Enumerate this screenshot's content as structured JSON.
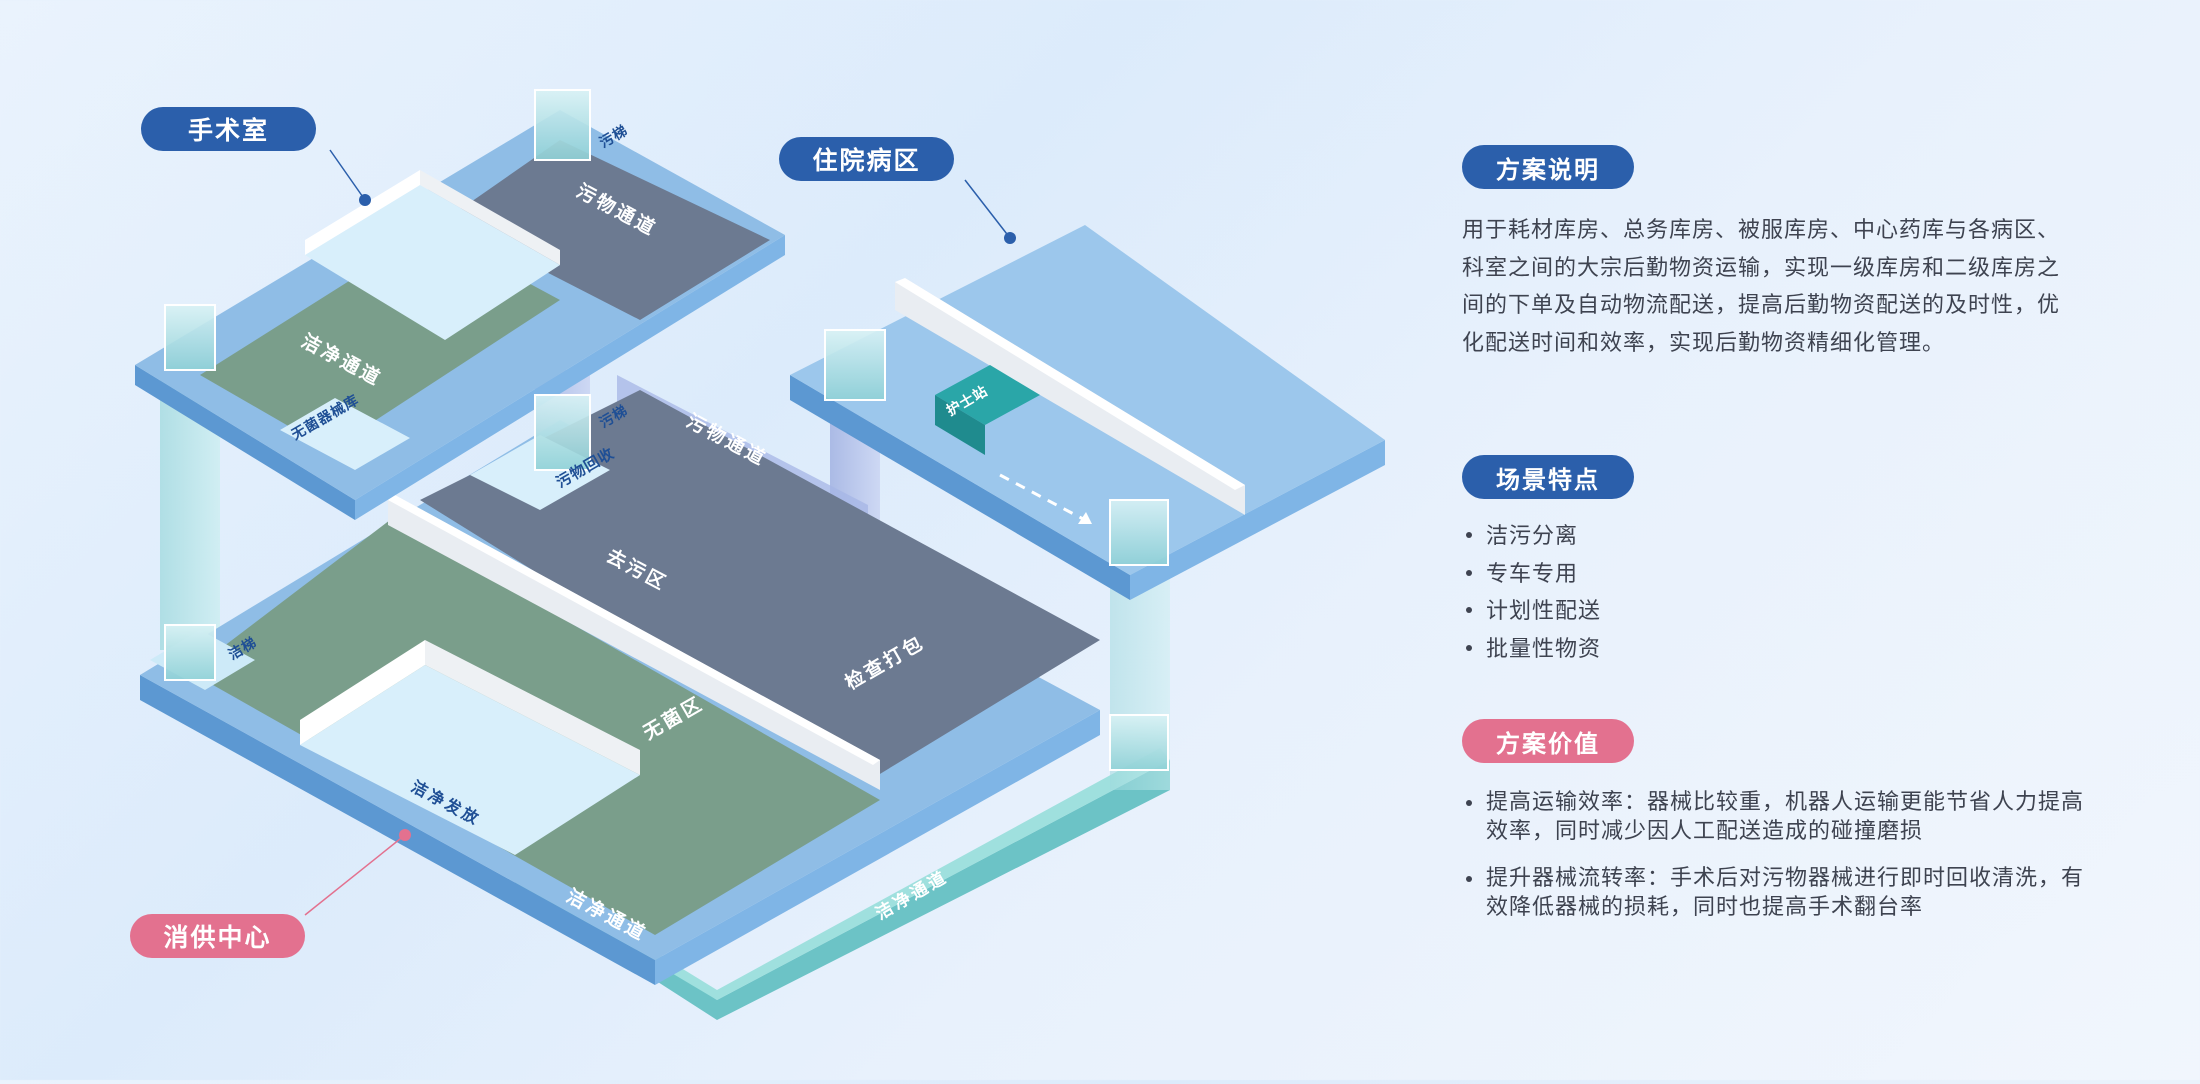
{
  "zones": {
    "operating_room": "手术室",
    "inpatient_ward": "住院病区",
    "sterile_supply_center": "消供中心"
  },
  "areas": {
    "dirty_corridor_top": "污物通道",
    "clean_corridor_top": "洁净通道",
    "sterile_storage": "无菌器械库",
    "dirty_elevator_top": "污梯",
    "dirty_elevator_mid": "污梯",
    "dirty_recycle": "污物回收",
    "dirty_corridor_mid": "污物通道",
    "decontamination_area": "去污区",
    "inspection_packing": "检查打包",
    "sterile_area": "无菌区",
    "clean_dispatch": "洁净发放",
    "clean_elevator": "洁梯",
    "clean_corridor_bottom": "洁净通道",
    "clean_corridor_side": "洁净通道",
    "nurse_station": "护士站"
  },
  "panel": {
    "plan_title": "方案说明",
    "plan_text": "用于耗材库房、总务库房、被服库房、中心药库与各病区、科室之间的大宗后勤物资运输，实现一级库房和二级库房之间的下单及自动物流配送，提高后勤物资配送的及时性，优化配送时间和效率，实现后勤物资精细化管理。",
    "features_title": "场景特点",
    "features": [
      "洁污分离",
      "专车专用",
      "计划性配送",
      "批量性物资"
    ],
    "value_title": "方案价值",
    "values": [
      "提高运输效率：器械比较重，机器人运输更能节省人力提高效率，同时减少因人工配送造成的碰撞磨损",
      "提升器械流转率：手术后对污物器械进行即时回收清洗，有效降低器械的损耗，同时也提高手术翻台率"
    ]
  },
  "colors": {
    "tag_blue": "#2b5fab",
    "tag_pink": "#e3718f",
    "clean_floor": "#7a9e8b",
    "dirty_floor": "#6c7a91",
    "ward_floor": "#9cc7ec",
    "platform_edge": "#6ea6d8",
    "teal_corridor": "#7fd0cf"
  }
}
